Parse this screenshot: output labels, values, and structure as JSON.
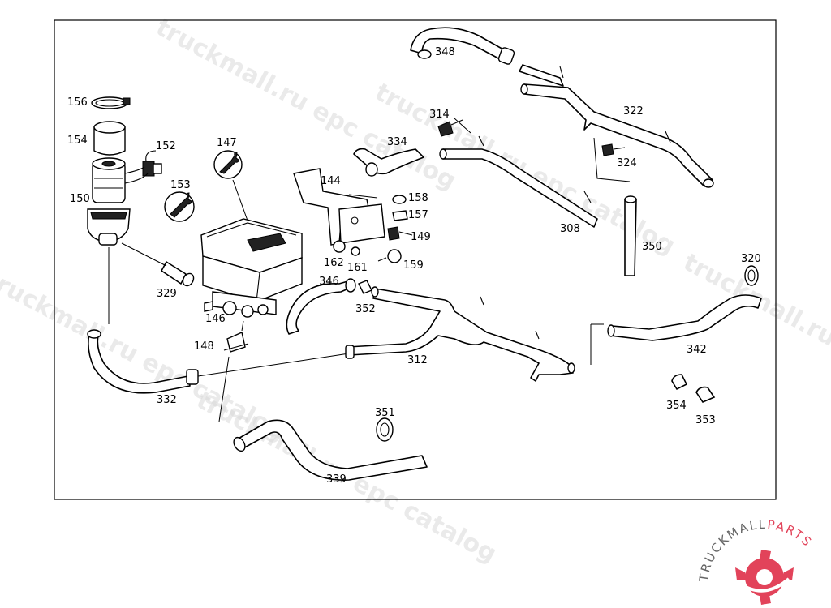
{
  "diagram": {
    "part_numbers": {
      "p156": "156",
      "p154": "154",
      "p152": "152",
      "p150": "150",
      "p153": "153",
      "p147": "147",
      "p144": "144",
      "p158": "158",
      "p157": "157",
      "p149": "149",
      "p162": "162",
      "p161": "161",
      "p159": "159",
      "p329": "329",
      "p146": "146",
      "p148": "148",
      "p332": "332",
      "p339": "339",
      "p346": "346",
      "p352": "352",
      "p312": "312",
      "p348": "348",
      "p314": "314",
      "p334": "334",
      "p322": "322",
      "p324": "324",
      "p308": "308",
      "p350": "350",
      "p320": "320",
      "p342": "342",
      "p354": "354",
      "p353": "353",
      "p351": "351"
    }
  },
  "watermark": {
    "text1": "truckmall.ru epc catalog",
    "text2": "truckmall.ru epc catalog",
    "text3": "truckmall.ru epc catalog",
    "text4": "truckmall.ru epc catalog",
    "text5": "truckmall.ru epc catalog"
  },
  "brand": {
    "name_prefix": "TRUCKMALL",
    "name_suffix": "PARTS",
    "colors": {
      "prefix": "#666666",
      "suffix": "#e2435a",
      "gear": "#e2435a"
    }
  }
}
